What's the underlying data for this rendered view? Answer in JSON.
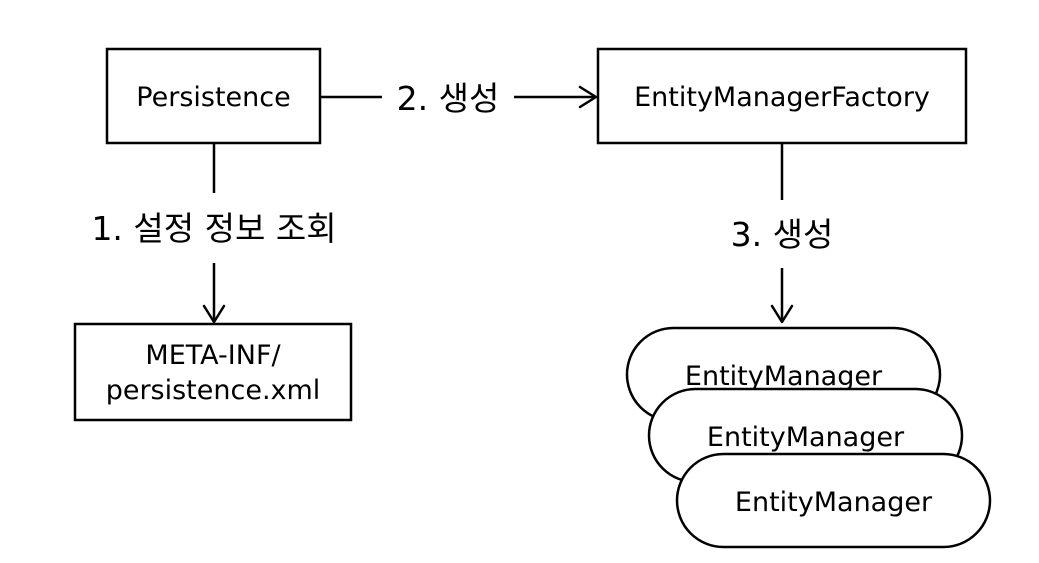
{
  "nodes": {
    "persistence": "Persistence",
    "factory": "EntityManagerFactory",
    "config_line1": "META-INF/",
    "config_line2": "persistence.xml",
    "entity_managers": [
      "EntityManager",
      "EntityManager",
      "EntityManager"
    ]
  },
  "edges": {
    "read_config": "1. 설정 정보 조회",
    "create_factory": "2. 생성",
    "create_manager": "3. 생성"
  }
}
